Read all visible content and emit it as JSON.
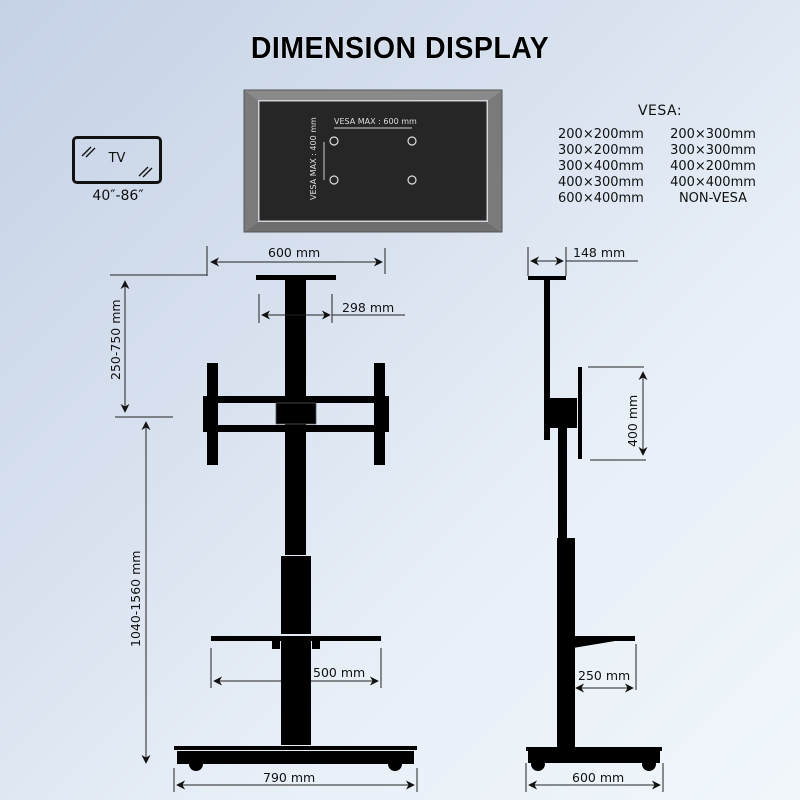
{
  "title": "DIMENSION DISPLAY",
  "tv_badge": {
    "icon": "tv-icon",
    "label": "TV",
    "size_range": "40″-86″"
  },
  "tv_panel": {
    "vesa_width_label": "VESA MAX : 600 mm",
    "vesa_height_label": "VESA MAX : 400 mm",
    "colors": {
      "screen": "#262626",
      "bezel": "#777777"
    }
  },
  "vesa": {
    "title": "VESA:",
    "patterns": [
      "200×200mm",
      "200×300mm",
      "300×200mm",
      "300×300mm",
      "300×400mm",
      "400×200mm",
      "400×300mm",
      "400×400mm",
      "600×400mm",
      "NON-VESA"
    ]
  },
  "front_view": {
    "top_width": "600 mm",
    "column_width": "298 mm",
    "mount_height_range": "250-750 mm",
    "total_height_range": "1040-1560 mm",
    "shelf_width": "500 mm",
    "base_width": "790 mm"
  },
  "side_view": {
    "top_depth": "148 mm",
    "bracket_height": "400 mm",
    "shelf_depth": "250 mm",
    "base_depth": "600 mm"
  },
  "colors": {
    "background_start": "#c5d1e6",
    "background_end": "#f0f6fa",
    "stand": "#000000",
    "dimension_line": "#222222"
  }
}
